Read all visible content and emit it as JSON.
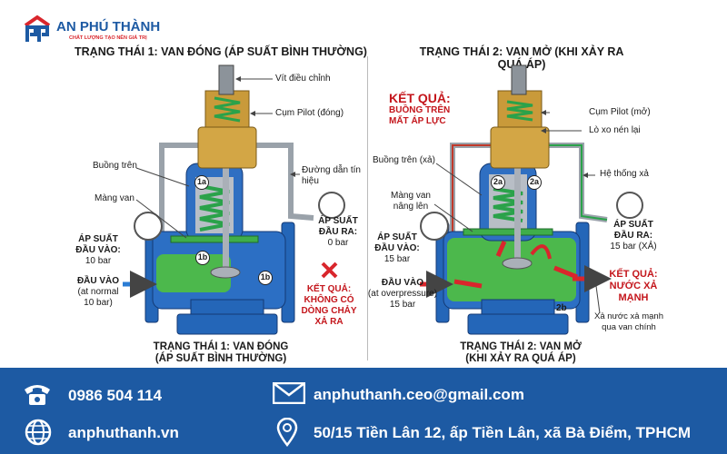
{
  "brand": {
    "name": "AN PHÚ THÀNH",
    "slogan": "CHẤT LƯỢNG TẠO NÊN GIÁ TRỊ",
    "colors": {
      "blue": "#1d5aa3",
      "red": "#d9262c"
    }
  },
  "state1": {
    "title": "TRẠNG THÁI 1: VAN ĐÓNG (ÁP SUẤT BÌNH THƯỜNG)",
    "labels": {
      "adjust_screw": "Vít điều chỉnh",
      "pilot": "Cụm Pilot (đóng)",
      "upper_chamber": "Buồng trên",
      "signal_line_1": "Đường dẫn tín",
      "signal_line_2": "hiệu",
      "diaphragm": "Màng van"
    },
    "inlet_pressure": {
      "l1": "ÁP SUẤT",
      "l2": "ĐẦU VÀO:",
      "value": "10 bar"
    },
    "outlet_pressure": {
      "l1": "ÁP SUẤT",
      "l2": "ĐẦU RA:",
      "value": "0 bar"
    },
    "inlet": {
      "l1": "ĐẦU VÀO",
      "l2": "(at normal",
      "l3": "10 bar)"
    },
    "result": {
      "l1": "KẾT QUẢ:",
      "l2": "KHÔNG CÓ",
      "l3": "DÒNG CHẢY",
      "l4": "XẢ RA"
    },
    "markers": {
      "a": "1a",
      "b1": "1b",
      "b2": "1b"
    },
    "caption": {
      "l1": "TRẠNG THÁI 1: VAN ĐÓNG",
      "l2": "(ÁP SUẤT BÌNH THƯỜNG)"
    }
  },
  "state2": {
    "title": "TRẠNG THÁI 2: VAN MỞ (KHI  XẢY RA QUÁ ÁP)",
    "result_top": {
      "l1": "KẾT QUẢ:",
      "l2": "BUỒNG TRÊN",
      "l3": "MẤT ÁP LỰC"
    },
    "labels": {
      "pilot": "Cụm Pilot (mở)",
      "spring": "Lò xo nén lại",
      "upper_chamber": "Buồng trên (xả)",
      "exhaust": "Hệ thống xả",
      "diaphragm_1": "Màng van",
      "diaphragm_2": "nâng lên"
    },
    "inlet_pressure": {
      "l1": "ÁP SUẤT",
      "l2": "ĐẦU VÀO:",
      "value": "15 bar"
    },
    "outlet_pressure": {
      "l1": "ÁP SUẤT",
      "l2": "ĐẦU RA:",
      "value": "15 bar (XẢ)"
    },
    "inlet": {
      "l1": "ĐẦU VÀO",
      "l2": "(at overpressure)",
      "l3": "15 bar"
    },
    "result": {
      "l1": "KẾT QUẢ:",
      "l2": "NƯỚC XẢ",
      "l3": "MẠNH"
    },
    "discharge": {
      "l1": "Xả nước xả mạnh",
      "l2": "qua van chính"
    },
    "markers": {
      "a1": "2a",
      "a2": "2a",
      "b": "2b"
    },
    "caption": {
      "l1": "TRẠNG THÁI 2: VAN MỞ",
      "l2": "(KHI XẢY RA QUÁ ÁP)"
    }
  },
  "footer": {
    "phone": "0986 504 114",
    "email": "anphuthanh.ceo@gmail.com",
    "website": "anphuthanh.vn",
    "address": "50/15 Tiền Lân 12, ấp Tiền Lân, xã Bà Điểm, TPHCM"
  }
}
